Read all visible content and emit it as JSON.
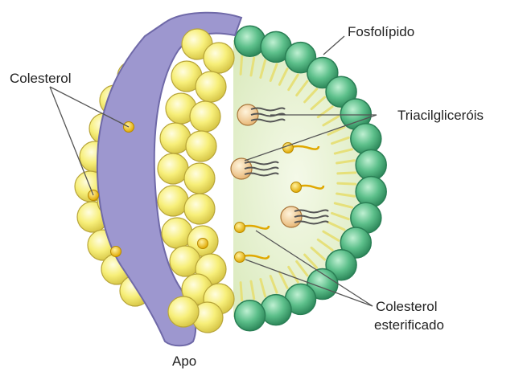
{
  "labels": {
    "fosfolipido": "Fosfolípido",
    "colesterol": "Colesterol",
    "triacilglicerois": "Triacilgliceróis",
    "colesterol_esterificado_line1": "Colesterol",
    "colesterol_esterificado_line2": "esterificado",
    "apo": "Apo"
  },
  "colors": {
    "phospholipid_fill": "#5cbf8a",
    "phospholipid_stroke": "#2a7f55",
    "cholesterol_sphere_fill": "#f7ef7a",
    "cholesterol_sphere_stroke": "#b8a53a",
    "apo_fill": "#9d97cf",
    "apo_stroke": "#6f69a8",
    "core_fill": "#eaf3d7",
    "molecule_dot": "#f2c21e",
    "triacyl_head": "#f6d79a",
    "leader_line": "#555555"
  }
}
